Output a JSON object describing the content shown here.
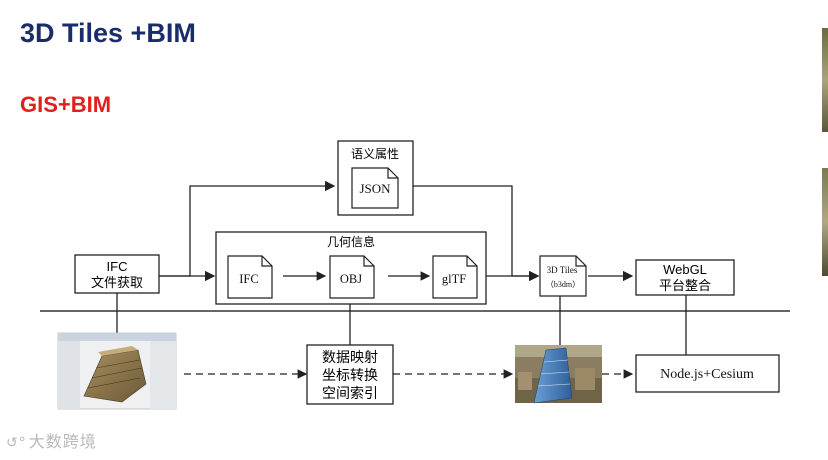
{
  "title": "3D Tiles +BIM",
  "subtitle": "GIS+BIM",
  "nodes": {
    "ifc_source": {
      "line1": "IFC",
      "line2": "文件获取"
    },
    "semantic": {
      "label": "语义属性",
      "file": "JSON"
    },
    "geometry": {
      "label": "几何信息",
      "files": [
        "IFC",
        "OBJ",
        "glTF"
      ]
    },
    "tiles": {
      "line1": "3D Tiles",
      "line2": "（b3dm）"
    },
    "webgl": {
      "line1": "WebGL",
      "line2": "平台整合"
    },
    "processing": {
      "lines": [
        "数据映射",
        "坐标转换",
        "空间索引"
      ]
    },
    "server": {
      "label": "Node.js+Cesium"
    }
  },
  "watermark": {
    "text": "大数跨境"
  },
  "colors": {
    "title": "#1b2c6b",
    "subtitle": "#e0201d"
  }
}
